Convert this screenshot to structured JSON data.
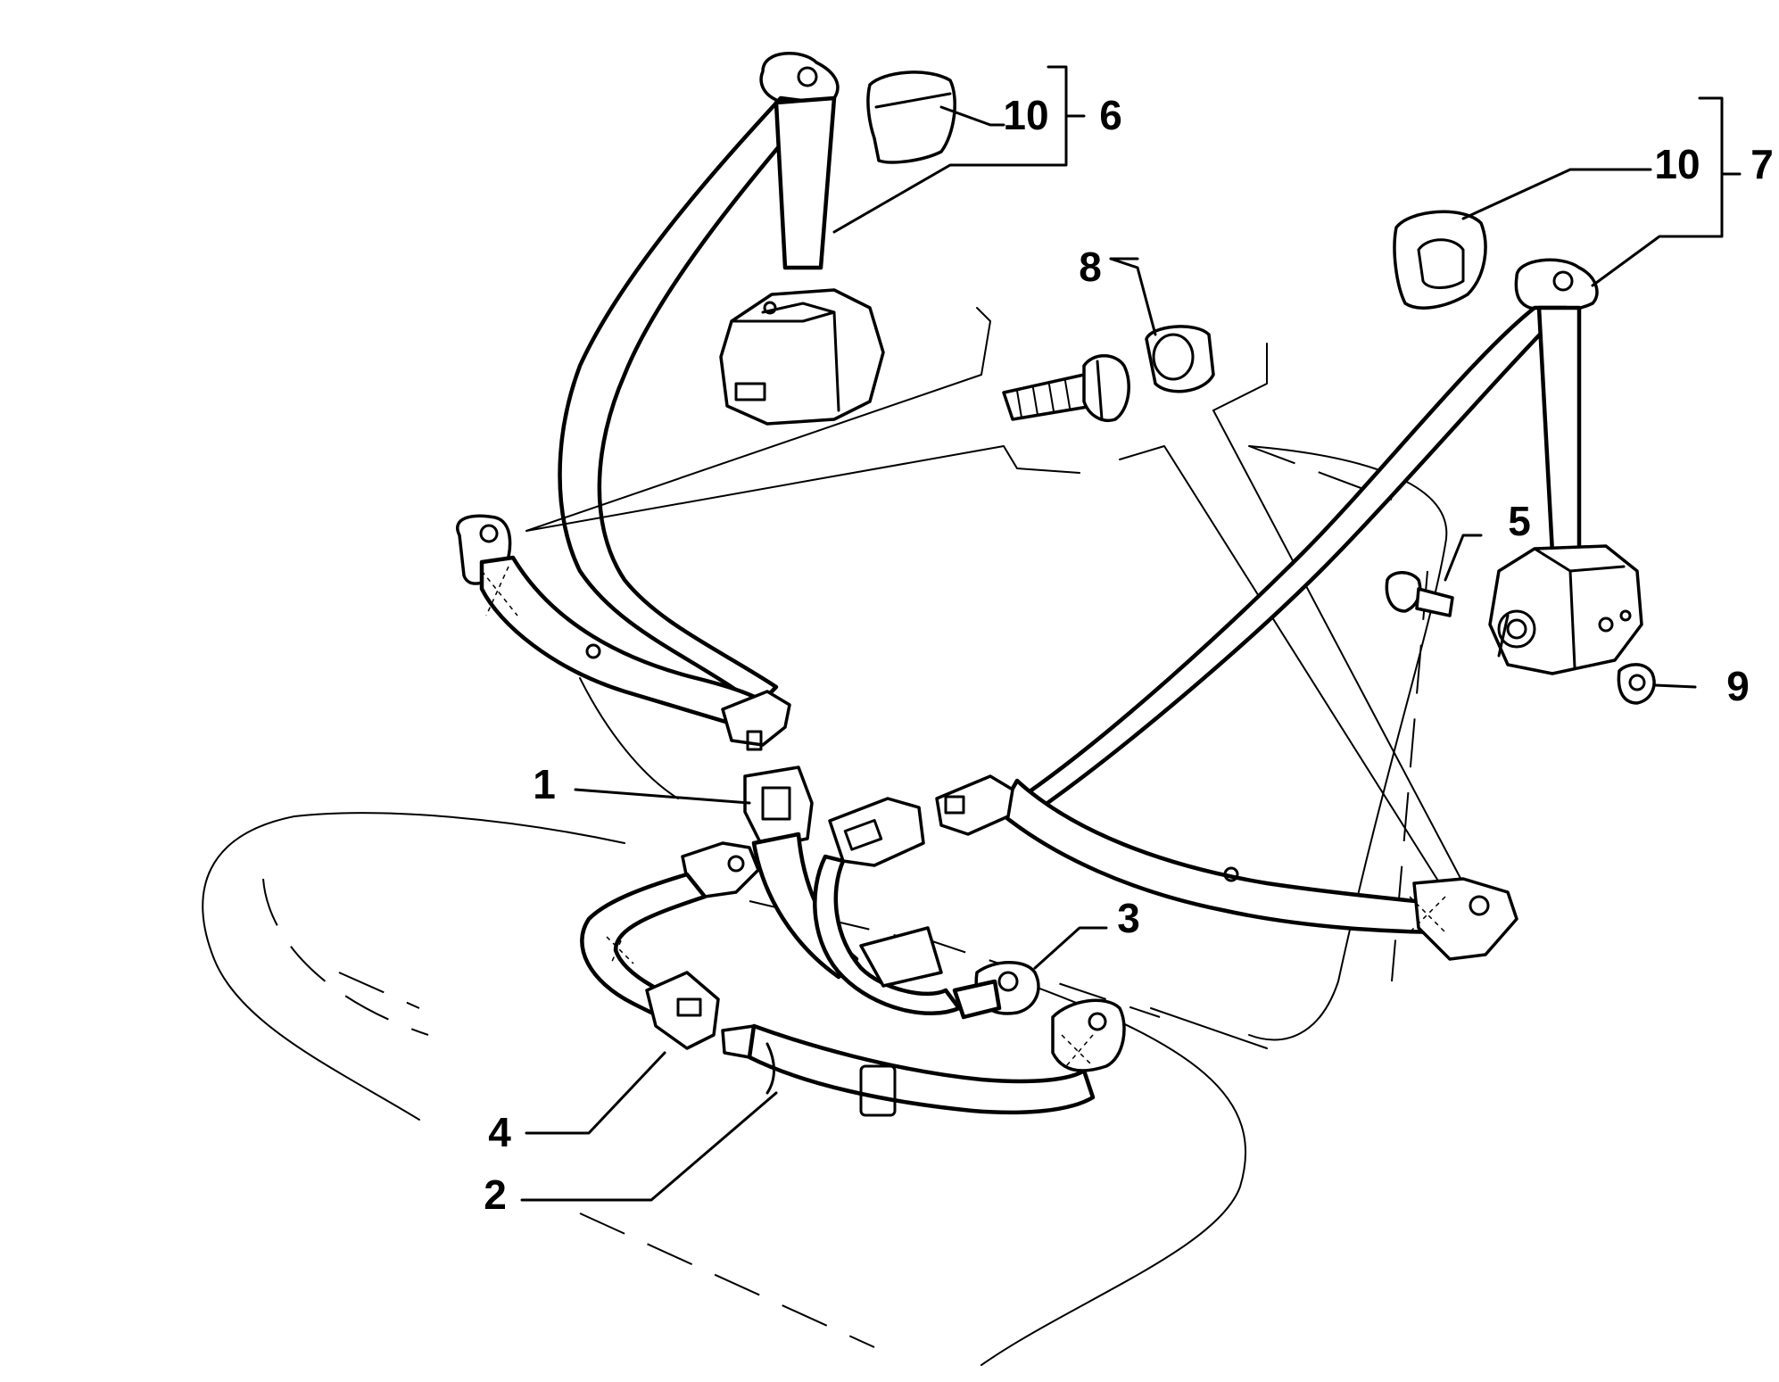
{
  "callouts": {
    "c1": "1",
    "c2": "2",
    "c3": "3",
    "c4": "4",
    "c5": "5",
    "c6": "6",
    "c7": "7",
    "c8": "8",
    "c9": "9",
    "c10_left": "10",
    "c10_right": "10"
  },
  "colors": {
    "line": "#000000",
    "background": "#ffffff"
  }
}
